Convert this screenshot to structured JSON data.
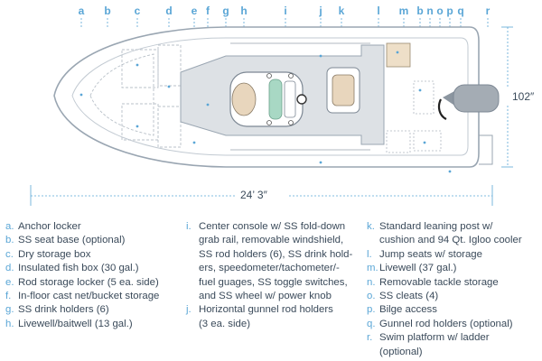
{
  "callouts": [
    "a",
    "b",
    "c",
    "d",
    "e",
    "f",
    "g",
    "h",
    "i",
    "j",
    "k",
    "l",
    "m",
    "b",
    "n",
    "o",
    "p",
    "q",
    "r"
  ],
  "dimensions": {
    "beam": "102″",
    "length": "24’ 3″"
  },
  "legend": [
    [
      {
        "letter": "a.",
        "text": "Anchor locker"
      },
      {
        "letter": "b.",
        "text": "SS seat base (optional)"
      },
      {
        "letter": "c.",
        "text": "Dry storage box"
      },
      {
        "letter": "d.",
        "text": "Insulated fish box (30 gal.)"
      },
      {
        "letter": "e.",
        "text": "Rod storage locker (5 ea. side)"
      },
      {
        "letter": "f.",
        "text": "In-floor cast net/bucket storage"
      },
      {
        "letter": "g.",
        "text": "SS drink holders (6)"
      },
      {
        "letter": "h.",
        "text": "Livewell/baitwell (13 gal.)"
      }
    ],
    [
      {
        "letter": "i.",
        "text": "Center console w/ SS fold-down\ngrab rail, removable windshield,\nSS rod holders (6), SS drink hold-\ners, speedometer/tachometer/-\nfuel guages, SS toggle switches,\nand SS wheel w/ power knob"
      },
      {
        "letter": "j.",
        "text": "Horizontal gunnel rod holders\n(3 ea. side)"
      }
    ],
    [
      {
        "letter": "k.",
        "text": "Standard leaning post w/\ncushion and 94 Qt. Igloo cooler"
      },
      {
        "letter": "l.",
        "text": "Jump seats w/ storage"
      },
      {
        "letter": "m.",
        "text": "Livewell (37 gal.)"
      },
      {
        "letter": "n.",
        "text": "Removable tackle storage"
      },
      {
        "letter": "o.",
        "text": "SS cleats (4)"
      },
      {
        "letter": "p.",
        "text": "Bilge access"
      },
      {
        "letter": "q.",
        "text": "Gunnel rod holders (optional)"
      },
      {
        "letter": "r.",
        "text": "Swim platform w/ ladder\n(optional)"
      }
    ]
  ]
}
